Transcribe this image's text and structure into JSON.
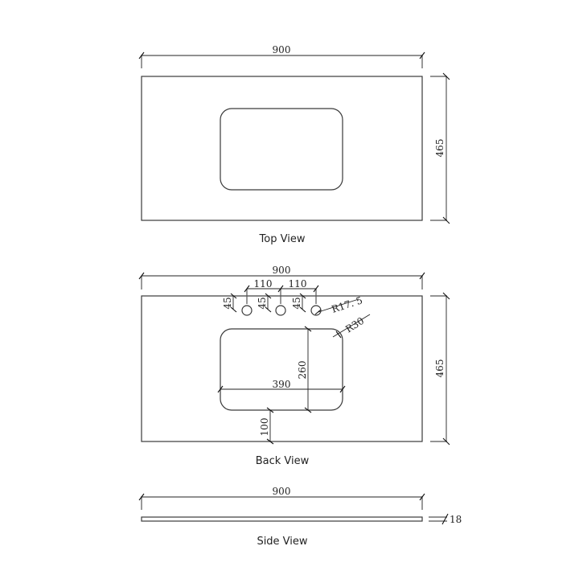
{
  "drawing": {
    "views": {
      "top": {
        "label": "Top View",
        "width_dim": "900",
        "depth_dim": "465"
      },
      "back": {
        "label": "Back View",
        "width_dim": "900",
        "depth_dim": "465",
        "tap_spacing_1": "110",
        "tap_spacing_2": "110",
        "tap_offset_1": "45",
        "tap_offset_2": "45",
        "tap_offset_3": "45",
        "tap_radius": "R17. 5",
        "bowl_corner_radius": "R30",
        "bowl_width": "390",
        "bowl_depth": "260",
        "bowl_front_offset": "100"
      },
      "side": {
        "label": "Side View",
        "width_dim": "900",
        "thickness_dim": "18"
      }
    },
    "colors": {
      "background": "#ffffff",
      "line": "#3a3a3a"
    }
  }
}
